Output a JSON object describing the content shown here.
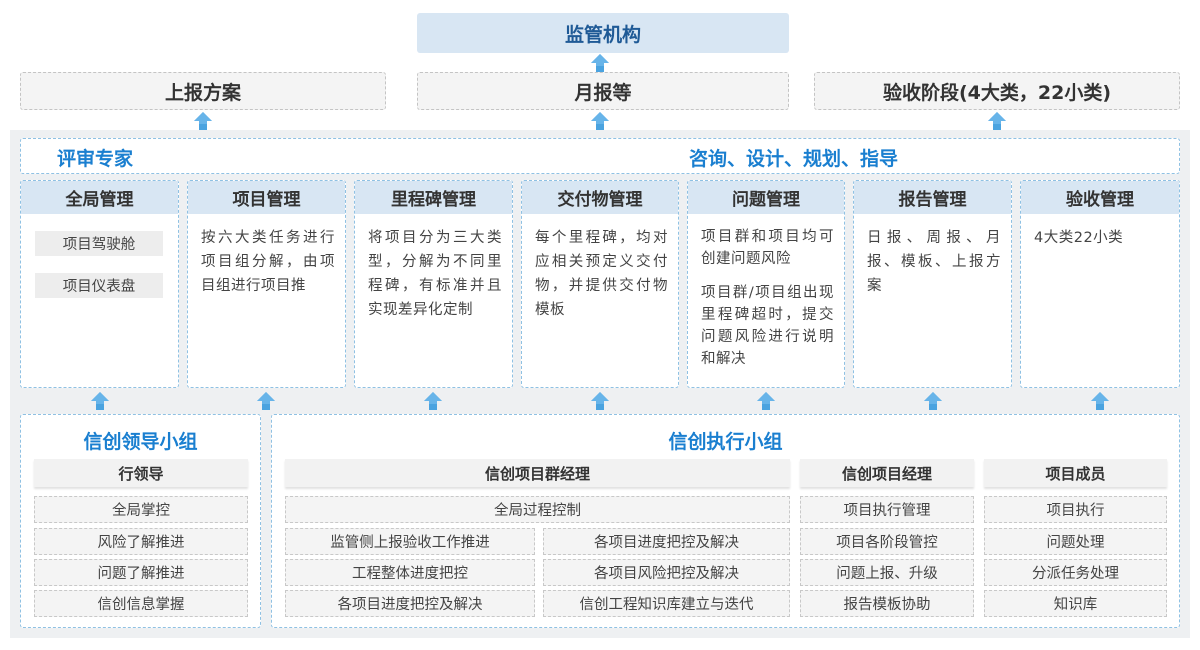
{
  "supervisor": "监管机构",
  "reports": [
    "上报方案",
    "月报等",
    "验收阶段(4大类，22小类)"
  ],
  "expert": {
    "left": "评审专家",
    "right": "咨询、设计、规划、指导"
  },
  "modules": [
    {
      "title": "全局管理",
      "tags": [
        "项目驾驶舱",
        "项目仪表盘"
      ]
    },
    {
      "title": "项目管理",
      "text": "按六大类任务进行项目组分解，由项目组进行项目推"
    },
    {
      "title": "里程碑管理",
      "text": "将项目分为三大类型，分解为不同里程碑，有标准并且实现差异化定制"
    },
    {
      "title": "交付物管理",
      "text": "每个里程碑，均对应相关预定义交付物，并提供交付物模板"
    },
    {
      "title": "问题管理",
      "text": "项目群和项目均可创建问题风险",
      "text2": "项目群/项目组出现里程碑超时，提交问题风险进行说明和解决"
    },
    {
      "title": "报告管理",
      "text": "日报、周报、月报、模板、上报方案"
    },
    {
      "title": "验收管理",
      "text": "4大类22小类"
    }
  ],
  "leader_group": {
    "title": "信创领导小组",
    "role": "行领导",
    "items": [
      "全局掌控",
      "风险了解推进",
      "问题了解推进",
      "信创信息掌握"
    ]
  },
  "exec_group": {
    "title": "信创执行小组",
    "pgm": {
      "role": "信创项目群经理",
      "full": "全局过程控制",
      "left": [
        "监管侧上报验收工作推进",
        "工程整体进度把控",
        "各项目进度把控及解决"
      ],
      "right": [
        "各项目进度把控及解决",
        "各项目风险把控及解决",
        "信创工程知识库建立与迭代"
      ]
    },
    "pm": {
      "role": "信创项目经理",
      "items": [
        "项目执行管理",
        "项目各阶段管控",
        "问题上报、升级",
        "报告模板协助"
      ]
    },
    "member": {
      "role": "项目成员",
      "items": [
        "项目执行",
        "问题处理",
        "分派任务处理",
        "知识库"
      ]
    }
  },
  "colors": {
    "accent": "#1a7fd0",
    "header": "#d8e6f3",
    "arrow": "#4aa3e0"
  },
  "icons": {
    "arrow": "up-arrow-icon"
  }
}
